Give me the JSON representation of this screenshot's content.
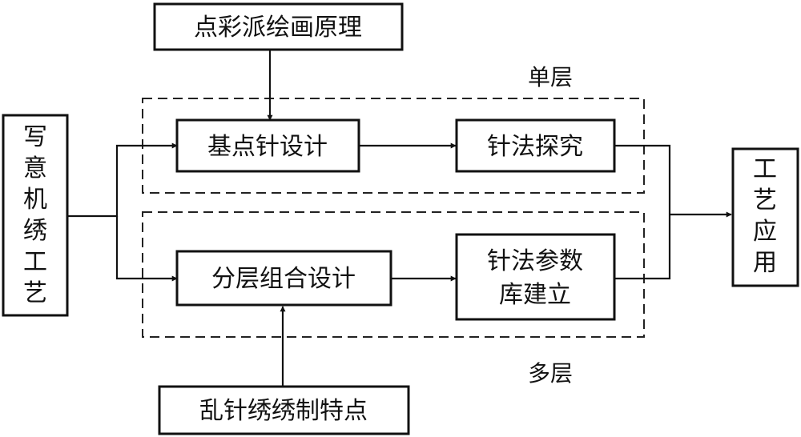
{
  "nodes": {
    "pointillism": "点彩派绘画原理",
    "xieyi": [
      "写",
      "意",
      "机",
      "绣",
      "工",
      "艺"
    ],
    "base_stitch": "基点针设计",
    "stitch_explore": "针法探究",
    "layer_design": "分层组合设计",
    "stitch_db": [
      "针法参数",
      "库建立"
    ],
    "random_stitch": "乱针绣绣制特点",
    "application": [
      "工",
      "艺",
      "应",
      "用"
    ]
  },
  "groups": {
    "single": "单层",
    "multi": "多层"
  },
  "colors": {
    "stroke": "#111111",
    "background": "#ffffff"
  }
}
